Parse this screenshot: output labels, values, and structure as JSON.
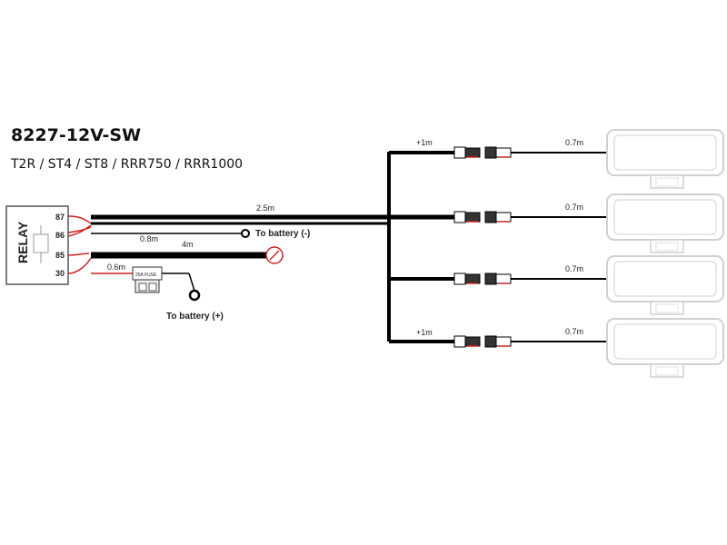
{
  "header": {
    "title": "8227-12V-SW",
    "subtitle": "T2R / ST4 / ST8 / RRR750 / RRR1000"
  },
  "relay": {
    "label": "RELAY",
    "pins": [
      "87",
      "86",
      "85",
      "30"
    ]
  },
  "wires": {
    "main_length": "2.5m",
    "ground_length": "0.8m",
    "switch_length": "4m",
    "fuse_length": "0.6m",
    "extension_top": "+1m",
    "extension_bottom": "+1m",
    "lamp_leads": [
      "0.7m",
      "0.7m",
      "0.7m",
      "0.7m"
    ]
  },
  "labels": {
    "battery_negative": "To battery (-)",
    "battery_positive": "To battery (+)",
    "fuse": "25A FUSE"
  },
  "colors": {
    "wire": "#000000",
    "red_wire": "#cc2222",
    "lamp_outline": "#d4d4d4",
    "relay_outline": "#555555"
  }
}
